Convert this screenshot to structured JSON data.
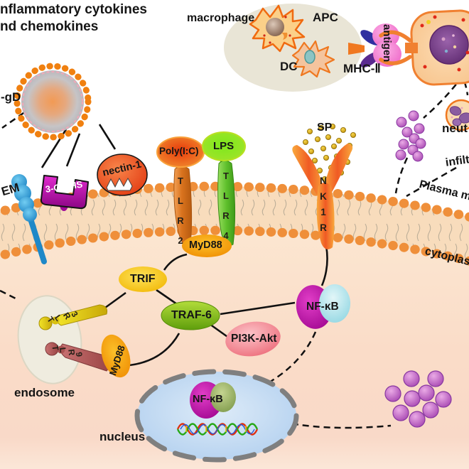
{
  "texts": {
    "cytokines_line1": "nflammatory cytokines",
    "cytokines_line2": "nd chemokines",
    "gd": "-gD",
    "macrophage": "macrophage",
    "apc": "APC",
    "dc": "DC",
    "mhc2": "MHC-Ⅱ",
    "antigen": "antigen",
    "neut": "neut",
    "infilt": "infilt",
    "plasma_membrane": "Plasma m",
    "cytoplasm": "cytoplas",
    "hvem": "EM",
    "os_hs": "3-OS-HS",
    "nectin1": "nectin-1",
    "polyic": "Poly(I:C)",
    "lps": "LPS",
    "tlr2": [
      "T",
      "L",
      "R",
      "2"
    ],
    "tlr4": [
      "T",
      "L",
      "R",
      "4"
    ],
    "myd88_top": "MyD88",
    "sp": "SP",
    "nk1r": [
      "N",
      "K",
      "1",
      "R"
    ],
    "trif": "TRIF",
    "traf6": "TRAF-6",
    "pi3k_akt": "PI3K-Akt",
    "nfkb_cyto": "NF-κB",
    "tlr3": [
      "T",
      "L",
      "R",
      "3"
    ],
    "tlr9": [
      "T",
      "L",
      "R",
      "9"
    ],
    "myd88_endo": "MyD88",
    "endosome": "endosome",
    "nucleus": "nucleus",
    "nfkb_nuc": "NF-κB"
  },
  "colors": {
    "membrane_head": "#ef8f3a",
    "membrane_band": "#f8dcbc",
    "cytoplasm_top": "#fce8d2",
    "cytoplasm_bottom": "#f9d9c8",
    "magenta": "#c012b0",
    "nectin_orange": "#ee4f1e",
    "tlr2_orange": "#d9731e",
    "tlr4_green": "#5fc02c",
    "myd88_orange": "#f5a30a",
    "trif_yellow": "#f7cf0a",
    "traf6_green": "#8cc41e",
    "pi3k_pink": "#f28894",
    "nfkb_magenta": "#c00aa8",
    "nfkb_cyan": "#aee6ee",
    "nucleus_blue": "#bcd6f0",
    "purple_dot": "#c167c1",
    "gold_dot": "#dca818",
    "hvem_blue": "#2e9fd8",
    "cell_orange": "#f08030"
  }
}
